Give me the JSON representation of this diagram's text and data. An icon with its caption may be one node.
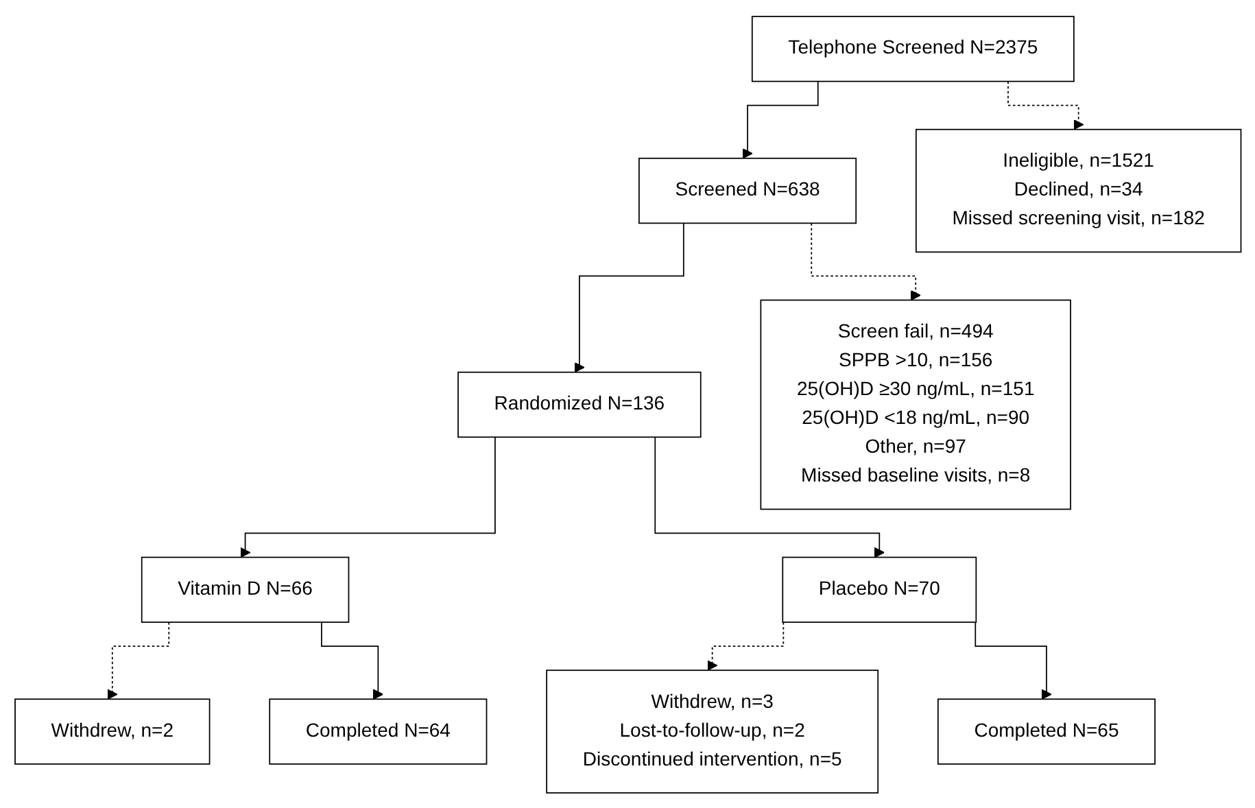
{
  "diagram": {
    "nodes": [
      {
        "text": [
          "Telephone Screened N=2375"
        ]
      },
      {
        "text": [
          "Ineligible, n=1521",
          "Declined, n=34",
          "Missed screening visit, n=182"
        ]
      },
      {
        "text": [
          "Screened N=638"
        ]
      },
      {
        "text": [
          "Screen fail, n=494",
          "SPPB >10, n=156",
          "25(OH)D ≥30 ng/mL, n=151",
          "25(OH)D <18 ng/mL, n=90",
          "Other, n=97",
          "Missed baseline visits, n=8"
        ]
      },
      {
        "text": [
          "Randomized N=136"
        ]
      },
      {
        "text": [
          "Vitamin D N=66"
        ]
      },
      {
        "text": [
          "Placebo N=70"
        ]
      },
      {
        "text": [
          "Withdrew, n=2"
        ]
      },
      {
        "text": [
          "Completed N=64"
        ]
      },
      {
        "text": [
          "Withdrew, n=3",
          "Lost-to-follow-up, n=2",
          "Discontinued intervention, n=5"
        ]
      },
      {
        "text": [
          "Completed N=65"
        ]
      }
    ],
    "edges": [
      {
        "from": 0,
        "to": 2,
        "arrow": "to"
      },
      {
        "from": 0,
        "to": 1,
        "arrow": "to",
        "style": "dashed"
      },
      {
        "from": 2,
        "to": 4,
        "arrow": "to"
      },
      {
        "from": 2,
        "to": 3,
        "arrow": "to",
        "style": "dashed"
      },
      {
        "from": 4,
        "to": 5,
        "arrow": "to"
      },
      {
        "from": 4,
        "to": 6,
        "arrow": "to"
      },
      {
        "from": 5,
        "to": 7,
        "arrow": "to",
        "style": "dashed"
      },
      {
        "from": 5,
        "to": 8,
        "arrow": "to"
      },
      {
        "from": 6,
        "to": 9,
        "arrow": "to",
        "style": "dashed"
      },
      {
        "from": 6,
        "to": 10,
        "arrow": "to"
      }
    ]
  }
}
